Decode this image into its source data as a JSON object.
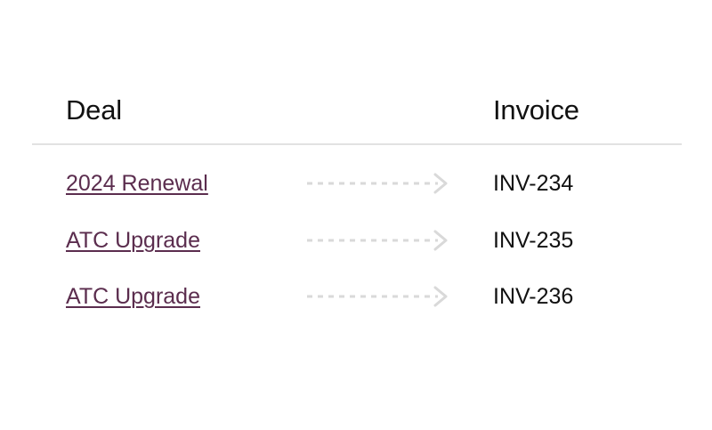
{
  "table": {
    "headers": {
      "deal": "Deal",
      "invoice": "Invoice"
    },
    "rows": [
      {
        "deal": "2024 Renewal",
        "invoice": "INV-234"
      },
      {
        "deal": "ATC Upgrade",
        "invoice": "INV-235"
      },
      {
        "deal": "ATC Upgrade",
        "invoice": "INV-236"
      }
    ],
    "arrow_icon": "dashed-arrow-right-icon"
  },
  "colors": {
    "link": "#5b2d4e",
    "text": "#111111",
    "divider": "#e2e2e2",
    "arrow": "#d9d9d9"
  }
}
